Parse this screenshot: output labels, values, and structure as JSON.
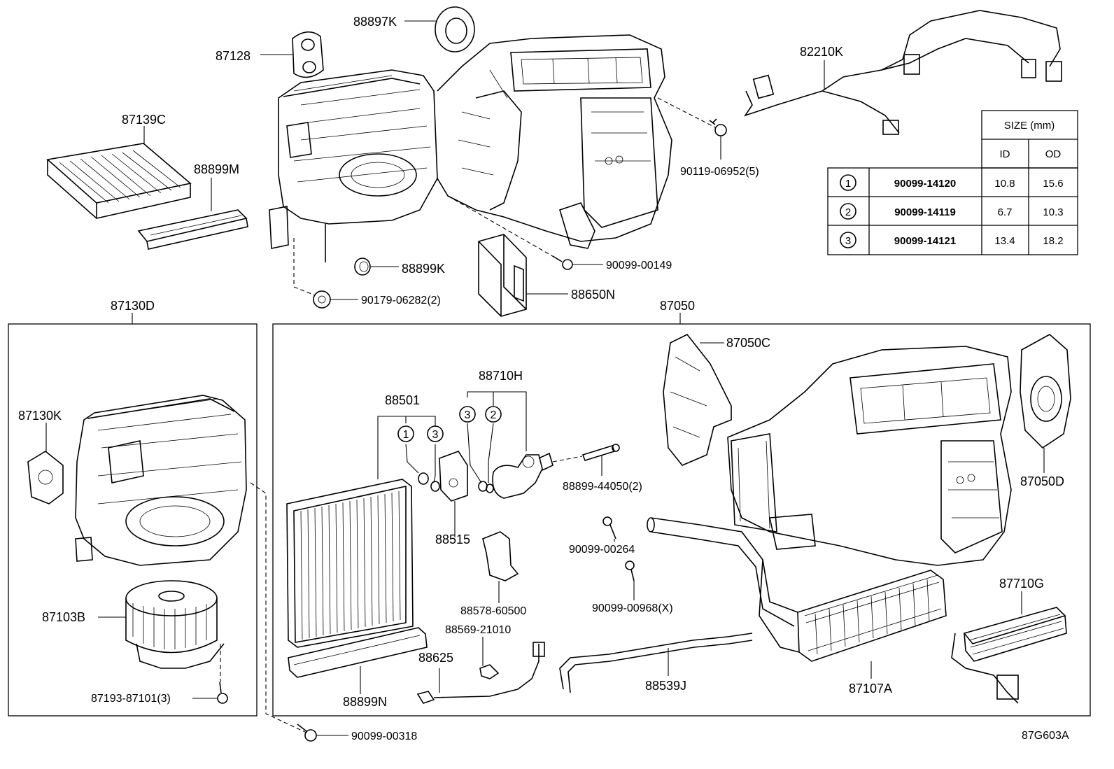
{
  "parts": {
    "p88897K": "88897K",
    "p87128": "87128",
    "p82210K": "82210K",
    "p87139C": "87139C",
    "p88899M": "88899M",
    "p90119_06952": "90119-06952(5)",
    "p88899K": "88899K",
    "p90099_00149": "90099-00149",
    "p90179_06282": "90179-06282(2)",
    "p88650N": "88650N",
    "p87130D": "87130D",
    "p87050": "87050",
    "p87050C": "87050C",
    "p87130K": "87130K",
    "p88710H": "88710H",
    "p88501": "88501",
    "p87050D": "87050D",
    "p88899_44050": "88899-44050(2)",
    "p88515": "88515",
    "p90099_00264": "90099-00264",
    "p88578_60500": "88578-60500",
    "p90099_00968": "90099-00968(X)",
    "p87710G": "87710G",
    "p87103B": "87103B",
    "p88569_21010": "88569-21010",
    "p88625": "88625",
    "p87193_87101": "87193-87101(3)",
    "p88899N": "88899N",
    "p88539J": "88539J",
    "p87107A": "87107A",
    "p90099_00318": "90099-00318"
  },
  "callouts": {
    "c1": "1",
    "c2": "2",
    "c3": "3"
  },
  "size_table": {
    "header": "SIZE (mm)",
    "col_id": "ID",
    "col_od": "OD",
    "rows": [
      {
        "no": "1",
        "part": "90099-14120",
        "id": "10.8",
        "od": "15.6"
      },
      {
        "no": "2",
        "part": "90099-14119",
        "id": "6.7",
        "od": "10.3"
      },
      {
        "no": "3",
        "part": "90099-14121",
        "id": "13.4",
        "od": "18.2"
      }
    ]
  },
  "diagram_code": "87G603A"
}
